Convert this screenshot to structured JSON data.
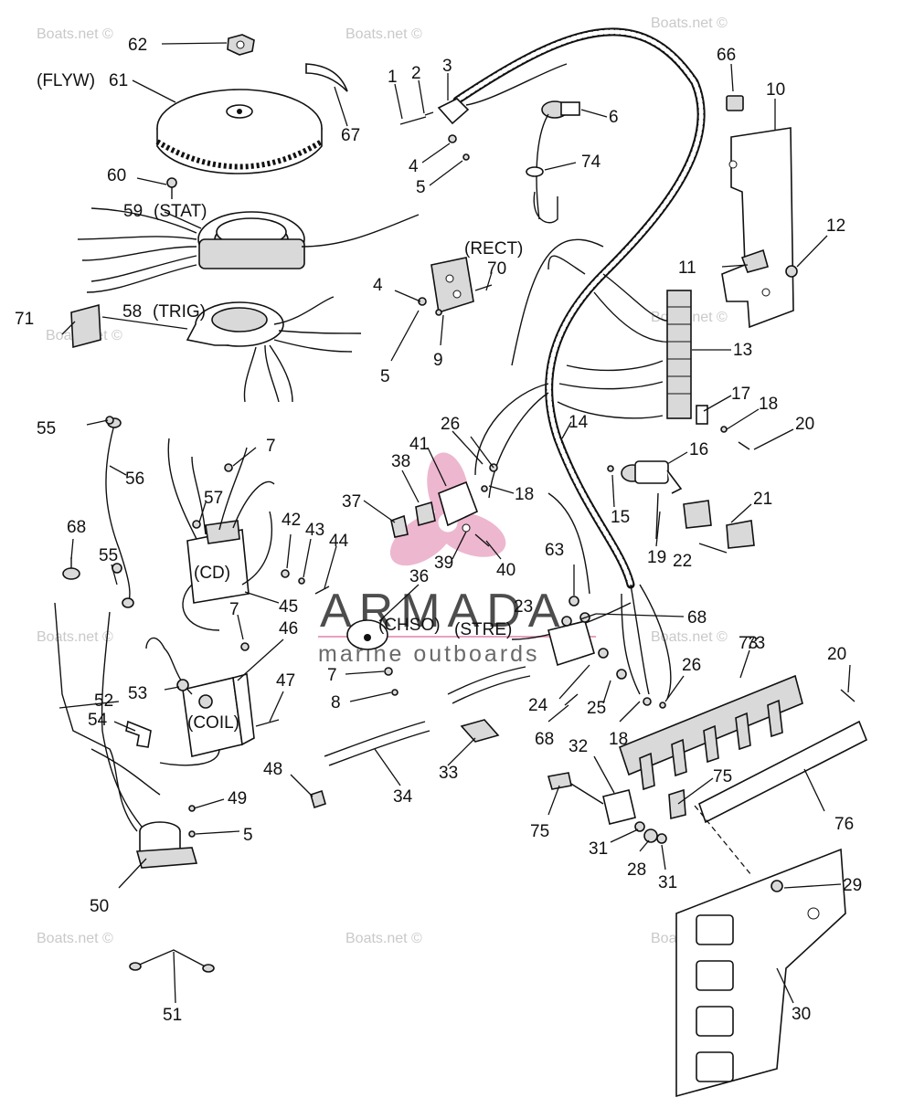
{
  "watermark": {
    "site": "Boats.net ©",
    "brand": "ARMADA",
    "brand_sub": "marine outboards",
    "logo_color": "#e8a0c0"
  },
  "parts": [
    {
      "num": "1"
    },
    {
      "num": "2"
    },
    {
      "num": "3"
    },
    {
      "num": "4"
    },
    {
      "num": "5"
    },
    {
      "num": "6"
    },
    {
      "num": "7"
    },
    {
      "num": "8"
    },
    {
      "num": "9"
    },
    {
      "num": "10"
    },
    {
      "num": "11"
    },
    {
      "num": "12"
    },
    {
      "num": "13"
    },
    {
      "num": "14"
    },
    {
      "num": "15"
    },
    {
      "num": "16"
    },
    {
      "num": "17"
    },
    {
      "num": "18"
    },
    {
      "num": "19"
    },
    {
      "num": "20"
    },
    {
      "num": "21"
    },
    {
      "num": "22"
    },
    {
      "num": "23"
    },
    {
      "num": "24"
    },
    {
      "num": "25"
    },
    {
      "num": "26"
    },
    {
      "num": "28"
    },
    {
      "num": "29"
    },
    {
      "num": "30"
    },
    {
      "num": "31"
    },
    {
      "num": "32"
    },
    {
      "num": "33"
    },
    {
      "num": "34"
    },
    {
      "num": "36"
    },
    {
      "num": "37"
    },
    {
      "num": "38"
    },
    {
      "num": "39"
    },
    {
      "num": "40"
    },
    {
      "num": "41"
    },
    {
      "num": "42"
    },
    {
      "num": "43"
    },
    {
      "num": "44"
    },
    {
      "num": "45"
    },
    {
      "num": "46"
    },
    {
      "num": "47"
    },
    {
      "num": "48"
    },
    {
      "num": "49"
    },
    {
      "num": "50"
    },
    {
      "num": "51"
    },
    {
      "num": "52"
    },
    {
      "num": "53"
    },
    {
      "num": "54"
    },
    {
      "num": "55"
    },
    {
      "num": "56"
    },
    {
      "num": "57"
    },
    {
      "num": "58"
    },
    {
      "num": "59"
    },
    {
      "num": "60"
    },
    {
      "num": "61"
    },
    {
      "num": "62"
    },
    {
      "num": "63"
    },
    {
      "num": "66"
    },
    {
      "num": "67"
    },
    {
      "num": "68"
    },
    {
      "num": "70"
    },
    {
      "num": "71"
    },
    {
      "num": "73"
    },
    {
      "num": "74"
    },
    {
      "num": "75"
    },
    {
      "num": "76"
    }
  ],
  "component_tags": {
    "flyw": "(FLYW)",
    "stat": "(STAT)",
    "trig": "(TRIG)",
    "rect": "(RECT)",
    "cd": "(CD)",
    "chso": "(CHSO)",
    "stre": "(STRE)",
    "coil": "(COIL)"
  }
}
